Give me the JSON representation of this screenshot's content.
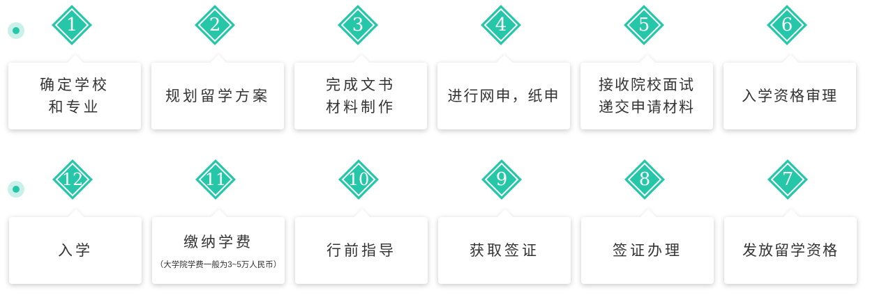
{
  "colors": {
    "accent": "#26c6a8",
    "card_bg": "#ffffff",
    "text": "#333333"
  },
  "row1": [
    {
      "num": "1",
      "lines": [
        "确定学校",
        "和专业"
      ]
    },
    {
      "num": "2",
      "lines": [
        "规划留学方案"
      ]
    },
    {
      "num": "3",
      "lines": [
        "完成文书",
        "材料制作"
      ]
    },
    {
      "num": "4",
      "lines": [
        "进行网申，纸申"
      ]
    },
    {
      "num": "5",
      "lines": [
        "接收院校面试",
        "递交申请材料"
      ]
    },
    {
      "num": "6",
      "lines": [
        "入学资格审理"
      ]
    }
  ],
  "row2": [
    {
      "num": "12",
      "lines": [
        "入学"
      ]
    },
    {
      "num": "11",
      "lines": [
        "缴纳学费"
      ],
      "note": "（大学院学费一般为3~5万人民币）"
    },
    {
      "num": "10",
      "lines": [
        "行前指导"
      ]
    },
    {
      "num": "9",
      "lines": [
        "获取签证"
      ]
    },
    {
      "num": "8",
      "lines": [
        "签证办理"
      ]
    },
    {
      "num": "7",
      "lines": [
        "发放留学资格"
      ]
    }
  ]
}
